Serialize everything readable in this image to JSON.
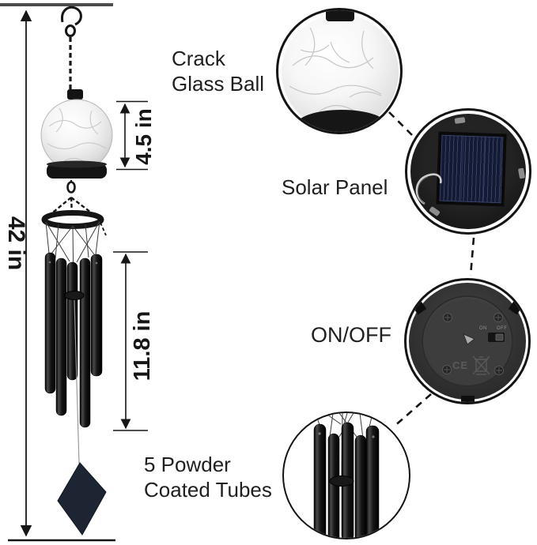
{
  "dimensions": {
    "overall_height": "42 in",
    "glass_ball_height": "4.5 in",
    "tube_length": "11.8 in"
  },
  "labels": {
    "crack_glass_ball": {
      "line1": "Crack",
      "line2": "Glass Ball"
    },
    "solar_panel": "Solar Panel",
    "on_off": "ON/OFF",
    "powder_tubes": {
      "line1": "5 Powder",
      "line2": "Coated Tubes"
    }
  },
  "markings": {
    "switch_on": "ON",
    "switch_off": "OFF",
    "ce": "CE"
  },
  "icons": {
    "hook": "hanging-hook-icon",
    "weee": "crossed-out-bin-icon",
    "screw": "screw-icon",
    "switch": "toggle-switch-icon"
  },
  "colors": {
    "line_black": "#1a1a1a",
    "boundary_gray": "#4d4d4d",
    "tube_black": "#0f0f0f",
    "solar_panel_navy": "#141a33",
    "device_gray": "#3a3a3a",
    "sail_dark_navy": "#1c2531"
  }
}
